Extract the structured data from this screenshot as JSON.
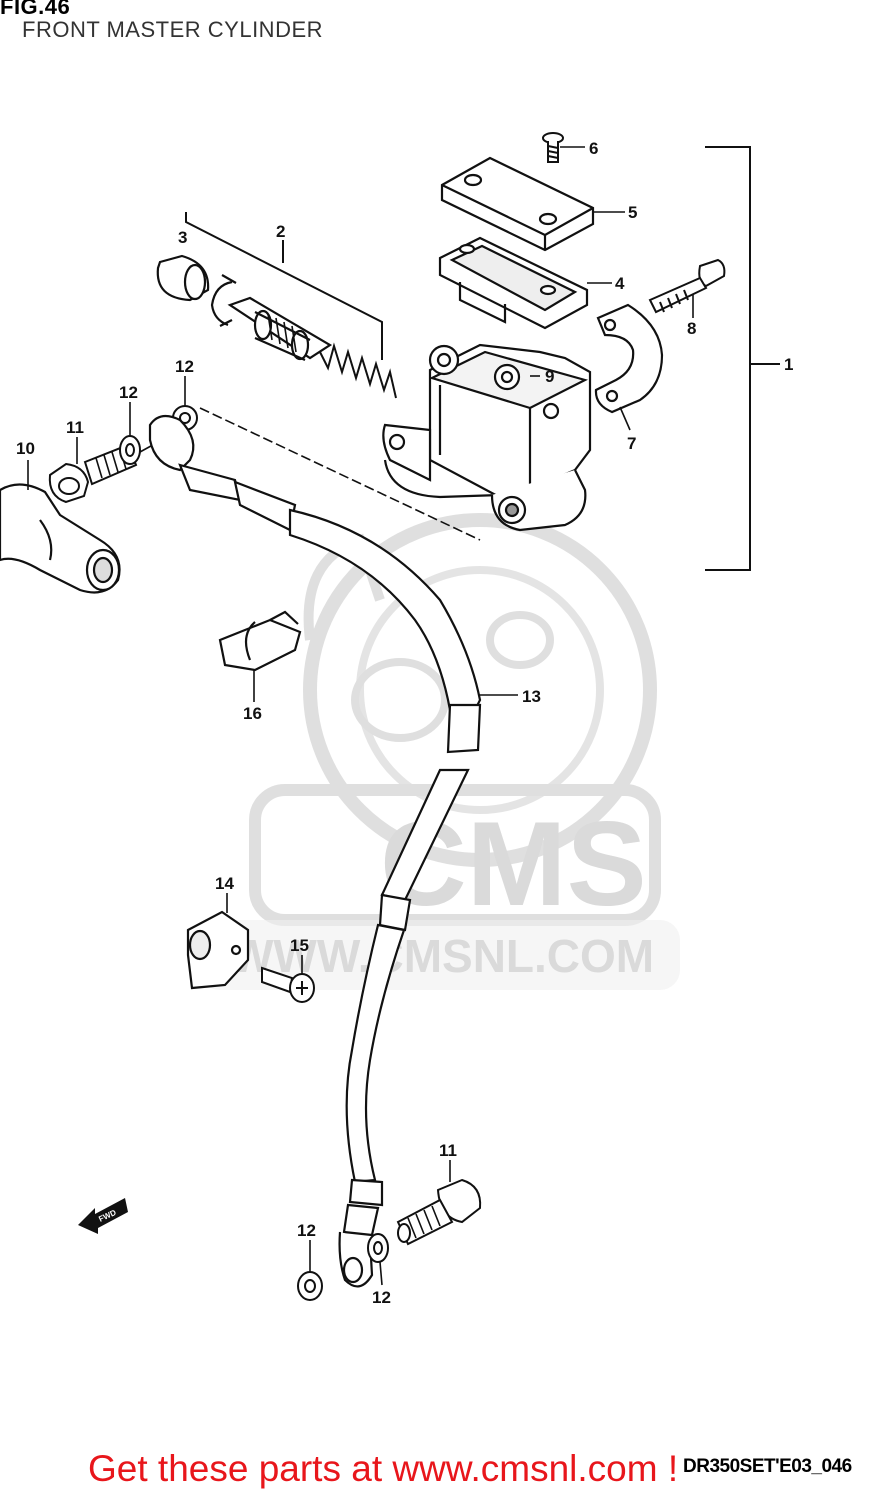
{
  "figure": {
    "number": "FIG.46",
    "title": "FRONT MASTER CYLINDER"
  },
  "watermark": {
    "brand": "CMS",
    "site": "WWW.CMSNL.COM",
    "color": "#d6d6d6"
  },
  "callouts": [
    {
      "id": "c1",
      "label": "1"
    },
    {
      "id": "c2",
      "label": "2"
    },
    {
      "id": "c3",
      "label": "3"
    },
    {
      "id": "c4",
      "label": "4"
    },
    {
      "id": "c5",
      "label": "5"
    },
    {
      "id": "c6",
      "label": "6"
    },
    {
      "id": "c7",
      "label": "7"
    },
    {
      "id": "c8",
      "label": "8"
    },
    {
      "id": "c9",
      "label": "9"
    },
    {
      "id": "c10",
      "label": "10"
    },
    {
      "id": "c11a",
      "label": "11"
    },
    {
      "id": "c11b",
      "label": "11"
    },
    {
      "id": "c12a",
      "label": "12"
    },
    {
      "id": "c12b",
      "label": "12"
    },
    {
      "id": "c12c",
      "label": "12"
    },
    {
      "id": "c12d",
      "label": "12"
    },
    {
      "id": "c13",
      "label": "13"
    },
    {
      "id": "c14",
      "label": "14"
    },
    {
      "id": "c15",
      "label": "15"
    },
    {
      "id": "c16",
      "label": "16"
    }
  ],
  "fwd_label": "FWD",
  "diagram_code": "DR350SET'E03_046",
  "banner": {
    "text": "Get these parts at www.cmsnl.com !",
    "color": "#e8161b"
  }
}
